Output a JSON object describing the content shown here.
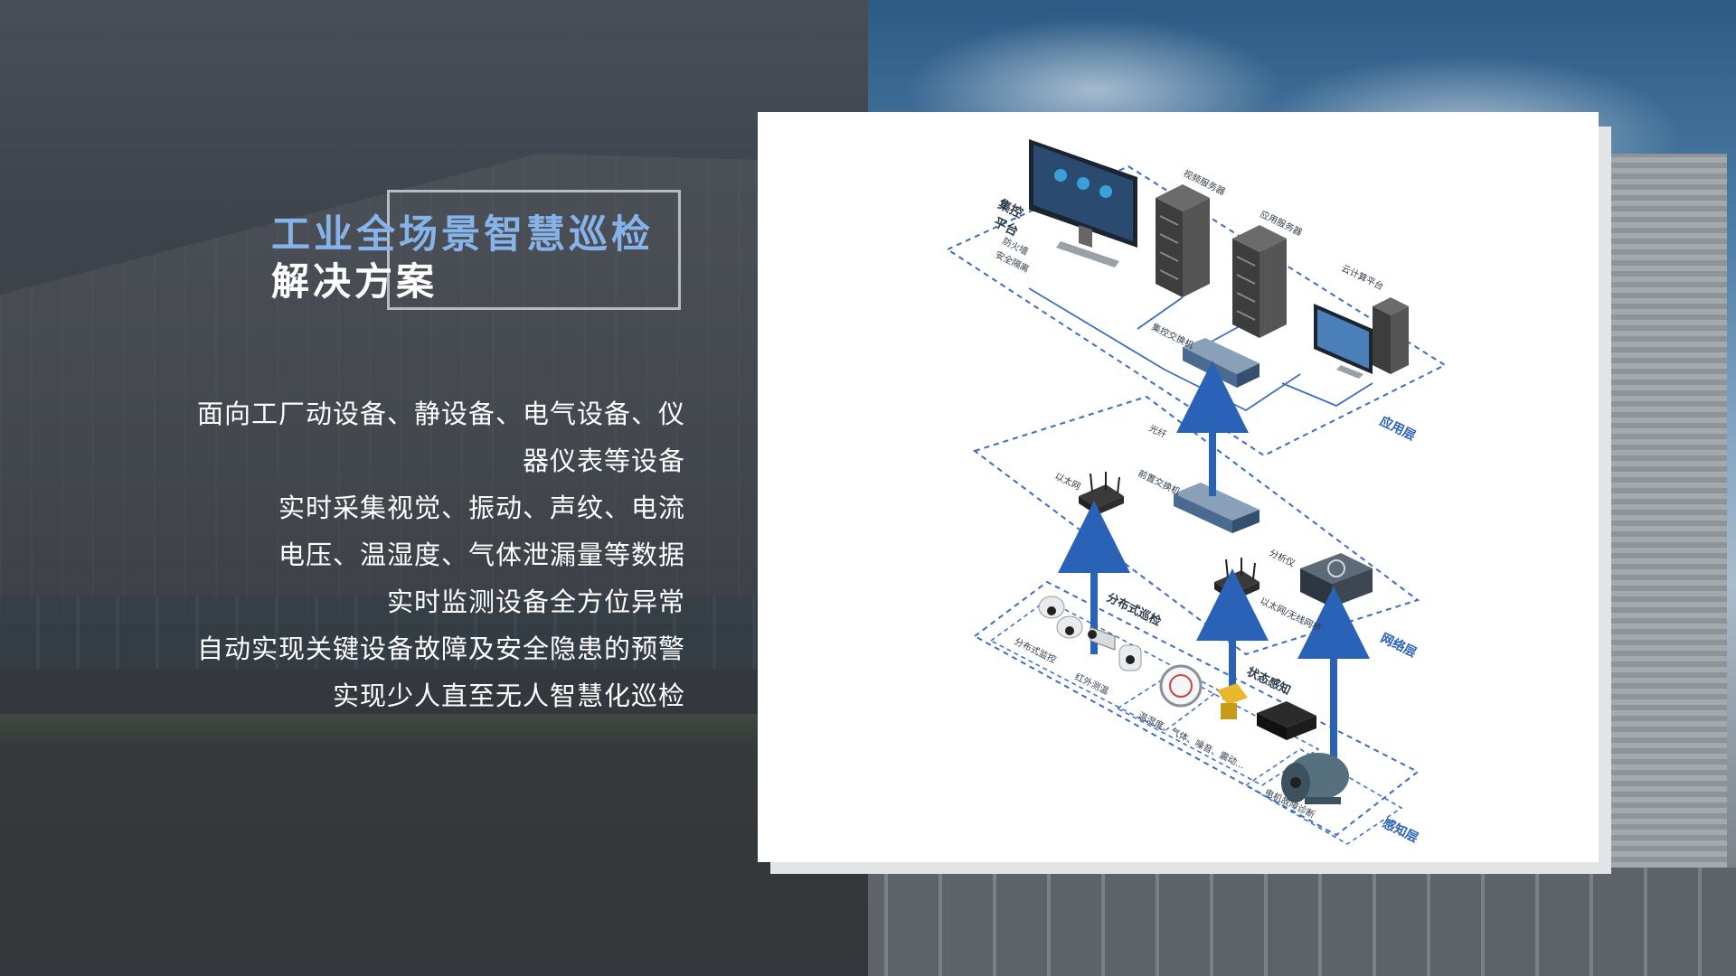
{
  "title": {
    "line1": "工业全场景智慧巡检",
    "line2": "解决方案"
  },
  "bullets": [
    "面向工厂动设备、静设备、电气设备、仪",
    "器仪表等设备",
    "实时采集视觉、振动、声纹、电流",
    "电压、温湿度、气体泄漏量等数据",
    "实时监测设备全方位异常",
    "自动实现关键设备故障及安全隐患的预警",
    "实现少人直至无人智慧化巡检"
  ],
  "diagram": {
    "layers": {
      "application": "应用层",
      "network": "网络层",
      "perception": "感知层"
    },
    "labels": {
      "control_platform_1": "集控",
      "control_platform_2": "平台",
      "firewall_1": "防火墙",
      "firewall_2": "安全隔离",
      "video_server": "视频服务器",
      "app_server": "应用服务器",
      "cloud_platform": "云计算平台",
      "control_switch": "集控交换机",
      "fiber": "光纤",
      "ethernet": "以太网",
      "front_switch": "前置交换机",
      "analyzer": "分析仪",
      "ethernet_wireless": "以太网/无线网桥",
      "distributed_patrol": "分布式巡检",
      "distributed_monitor": "分布式监控",
      "infrared_temp": "红外测温",
      "state_sensing": "状态感知",
      "sensors": "温湿度、气体、噪音、震动...",
      "motor_diagnosis": "电机故障诊断"
    },
    "colors": {
      "accent": "#2a62b8",
      "dash": "#3b6cc4"
    }
  }
}
